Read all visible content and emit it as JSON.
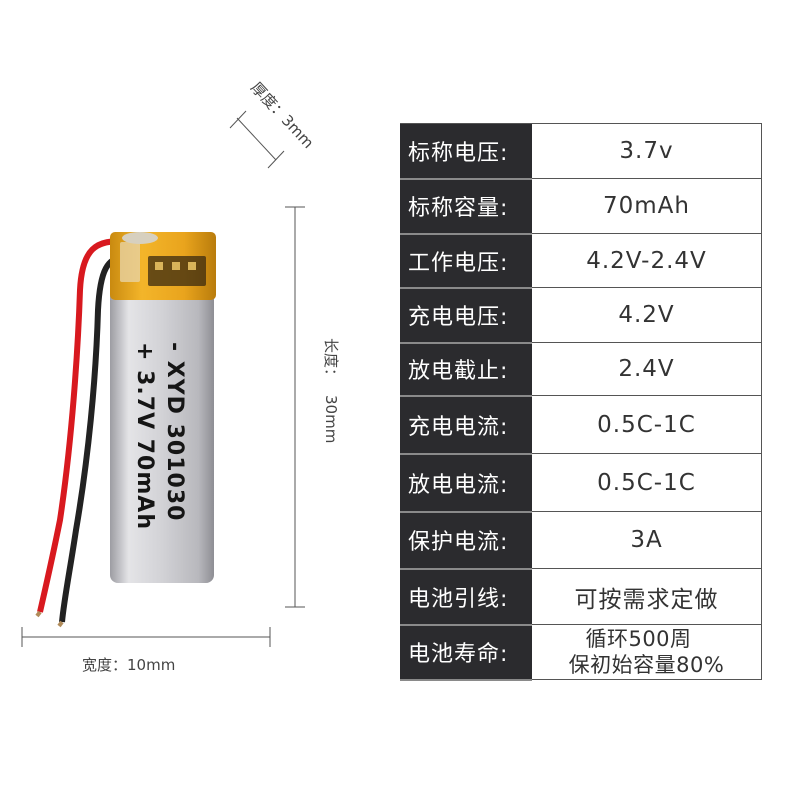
{
  "dimensions": {
    "thickness": "厚度：3mm",
    "length_label": "长度：",
    "length_value": "30mm",
    "width": "宽度：10mm"
  },
  "battery": {
    "print_line1": "- XYD 301030",
    "print_line2": "+ 3.7V 70mAh",
    "colors": {
      "body": "#c9c9cd",
      "tape": "#e8a318",
      "red_wire": "#d8191f",
      "black_wire": "#222222"
    }
  },
  "specs": [
    {
      "label": "标称电压:",
      "value": "3.7v"
    },
    {
      "label": "标称容量:",
      "value": "70mAh"
    },
    {
      "label": "工作电压:",
      "value": "4.2V-2.4V"
    },
    {
      "label": "充电电压:",
      "value": "4.2V"
    },
    {
      "label": "放电截止:",
      "value": "2.4V"
    },
    {
      "label": "充电电流:",
      "value": "0.5C-1C"
    },
    {
      "label": "放电电流:",
      "value": "0.5C-1C"
    },
    {
      "label": "保护电流:",
      "value": "3A"
    },
    {
      "label": "电池引线:",
      "value": "可按需求定做"
    },
    {
      "label": "电池寿命:",
      "value_line1": "循环500周",
      "value_line2": "保初始容量80%"
    }
  ]
}
